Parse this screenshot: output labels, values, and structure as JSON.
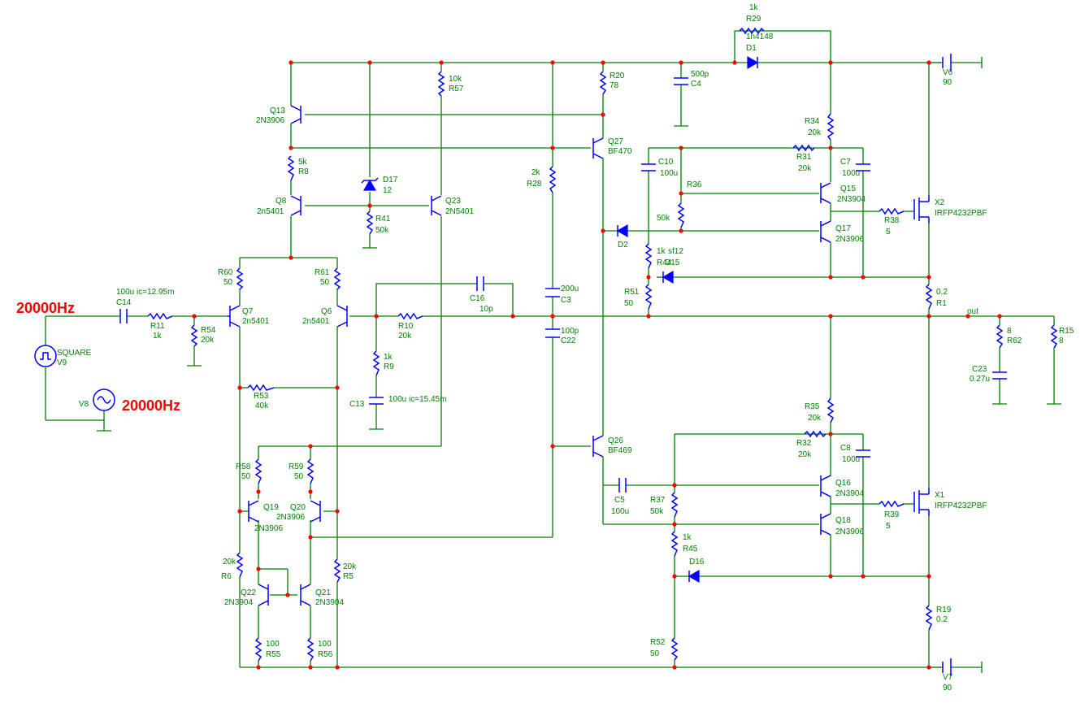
{
  "colors": {
    "wire": "#008000",
    "component": "#0000ff",
    "node": "#ff0000",
    "annotation": "#ff0000",
    "background": "#ffffff"
  },
  "annotations": {
    "freq_square": "20000Hz",
    "freq_sine": "20000Hz"
  },
  "labels": {
    "R29_v": "1k",
    "R29_n": "R29",
    "D1_t": "1n4148",
    "D1_n": "D1",
    "V6_n": "V6",
    "V6_v": "90",
    "V7_n": "V7",
    "V7_v": "90",
    "R57_v": "10k",
    "R57_n": "R57",
    "R20_n": "R20",
    "R20_v": "78",
    "C4_v": "500p",
    "C4_n": "C4",
    "Q13_n": "Q13",
    "Q13_t": "2N3906",
    "Q27_n": "Q27",
    "Q27_t": "BF470",
    "R34_n": "R34",
    "R34_v": "20k",
    "R31_n": "R31",
    "R31_v": "20k",
    "C10_n": "C10",
    "C10_v": "100u",
    "C7_n": "C7",
    "C7_v": "100u",
    "R8_v": "5k",
    "R8_n": "R8",
    "D17_n": "D17",
    "D17_v": "12",
    "R28_v": "2k",
    "R28_n": "R28",
    "R36_n": "R36",
    "R36_v": "50k",
    "Q15_n": "Q15",
    "Q15_t": "2N3904",
    "X2_n": "X2",
    "X2_t": "IRFP4232PBF",
    "R38_n": "R38",
    "R38_v": "5",
    "Q8_n": "Q8",
    "Q8_t": "2n5401",
    "Q23_n": "Q23",
    "Q23_t": "2N5401",
    "R41_n": "R41",
    "R41_v": "50k",
    "D2_n": "D2",
    "Q17_n": "Q17",
    "Q17_t": "2N3906",
    "R44_v": "1k",
    "R44_n": "R44",
    "D15_n": "D15",
    "D15_t": "sf12",
    "R60_n": "R60",
    "R60_v": "50",
    "R61_n": "R61",
    "R61_v": "50",
    "C3_v": "200u",
    "C3_n": "C3",
    "R51_n": "R51",
    "R51_v": "50",
    "R1_v": "0.2",
    "R1_n": "R1",
    "C14_v": "100u ic=12.95m",
    "C14_n": "C14",
    "C16_n": "C16",
    "C16_v": "10p",
    "out": "out",
    "Q7_n": "Q7",
    "Q7_t": "2n5401",
    "Q6_n": "Q6",
    "Q6_t": "2n5401",
    "R11_n": "R11",
    "R11_v": "1k",
    "R54_n": "R54",
    "R54_v": "20k",
    "R10_n": "R10",
    "R10_v": "20k",
    "C22_v": "100p",
    "C22_n": "C22",
    "R62_v": "8",
    "R62_n": "R62",
    "R15_n": "R15",
    "R15_v": "8",
    "V9_t": "SQUARE",
    "V9_n": "V9",
    "R9_v": "1k",
    "R9_n": "R9",
    "C13_n": "C13",
    "C13_v": "100u ic=15.45m",
    "C23_n": "C23",
    "C23_v": "0.27u",
    "R53_n": "R53",
    "R53_v": "40k",
    "V8_n": "V8",
    "R35_n": "R35",
    "R35_v": "20k",
    "R32_n": "R32",
    "R32_v": "20k",
    "Q26_n": "Q26",
    "Q26_t": "BF469",
    "C8_n": "C8",
    "C8_v": "100u",
    "R58_n": "R58",
    "R58_v": "50",
    "R59_n": "R59",
    "R59_v": "50",
    "Q19_n": "Q19",
    "Q19_t": "2N3906",
    "Q20_n": "Q20",
    "Q20_t": "2N3906",
    "C5_n": "C5",
    "C5_v": "100u",
    "R37_n": "R37",
    "R37_v": "50k",
    "Q16_n": "Q16",
    "Q16_t": "2N3904",
    "X1_n": "X1",
    "X1_t": "IRFP4232PBF",
    "R39_n": "R39",
    "R39_v": "5",
    "Q18_n": "Q18",
    "Q18_t": "2N3906",
    "R45_v": "1k",
    "R45_n": "R45",
    "D16_n": "D16",
    "R6_v": "20k",
    "R6_n": "R6",
    "R5_v": "20k",
    "R5_n": "R5",
    "Q22_n": "Q22",
    "Q22_t": "2N3904",
    "Q21_n": "Q21",
    "Q21_t": "2N3904",
    "R19_n": "R19",
    "R19_v": "0.2",
    "R55_v": "100",
    "R55_n": "R55",
    "R56_v": "100",
    "R56_n": "R56",
    "R52_n": "R52",
    "R52_v": "50"
  }
}
